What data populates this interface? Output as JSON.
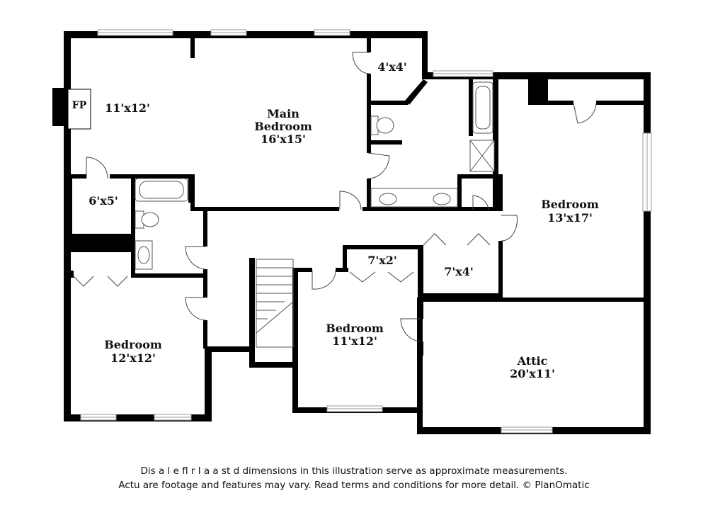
{
  "rooms": {
    "fp": "FP",
    "room_11x12_nw": "11'x12'",
    "main_bedroom_name_1": "Main",
    "main_bedroom_name_2": "Bedroom",
    "main_bedroom_size": "16'x15'",
    "closet_4x4": "4'x4'",
    "closet_6x5": "6'x5'",
    "bedroom_ne_name": "Bedroom",
    "bedroom_ne_size": "13'x17'",
    "closet_7x2": "7'x2'",
    "closet_7x4": "7'x4'",
    "bedroom_sw_name": "Bedroom",
    "bedroom_sw_size": "12'x12'",
    "bedroom_mid_name": "Bedroom",
    "bedroom_mid_size": "11'x12'",
    "attic_name": "Attic",
    "attic_size": "20'x11'"
  },
  "disclaimer": {
    "line1": "Dis  a    l e fl  r  l a  a  st   d dimensions in this illustration serve as approximate measurements.",
    "line2": "Actu    are footage and features may vary. Read terms and conditions for more detail. © PlanOmatic"
  }
}
